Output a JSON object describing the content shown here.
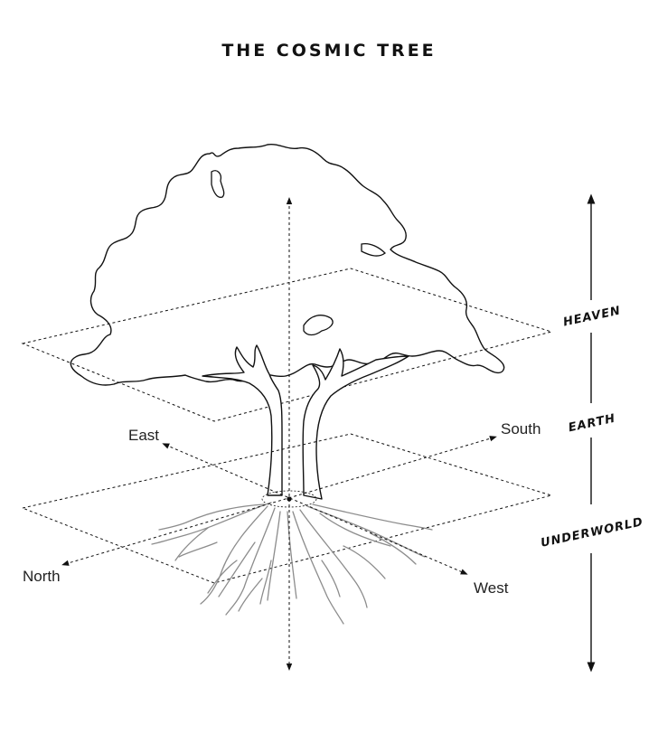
{
  "title": "THE COSMIC TREE",
  "directions": {
    "east": "East",
    "south": "South",
    "north": "North",
    "west": "West"
  },
  "realms": {
    "heaven": "HEAVEN",
    "earth": "EARTH",
    "underworld": "UNDERWORLD"
  }
}
